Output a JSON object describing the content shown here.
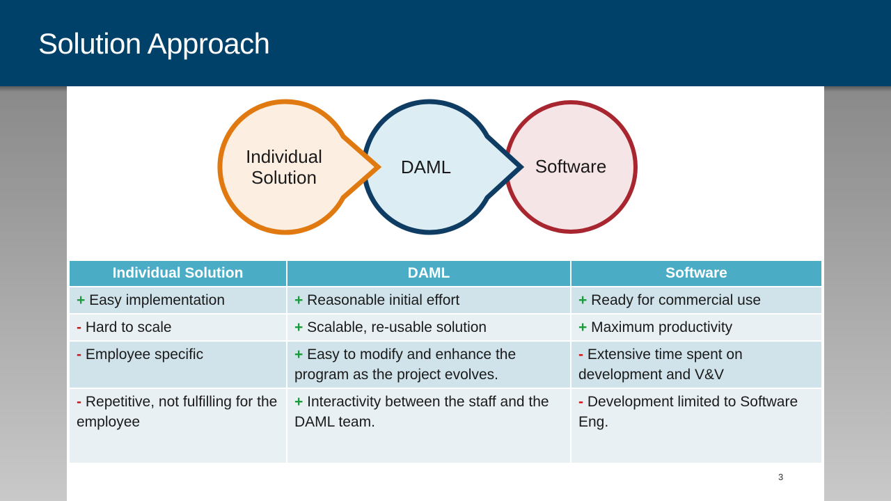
{
  "slide": {
    "title": "Solution Approach",
    "page_number": "3"
  },
  "diagram": {
    "circles": [
      {
        "label": "Individual Solution",
        "line1": "Individual",
        "line2": "Solution",
        "fill": "#fdeee2",
        "stroke": "#e07a10"
      },
      {
        "label": "DAML",
        "fill": "#dcedf3",
        "stroke": "#0e3c63"
      },
      {
        "label": "Software",
        "fill": "#f6e5e6",
        "stroke": "#a8262f"
      }
    ]
  },
  "table": {
    "headers": [
      "Individual Solution",
      "DAML",
      "Software"
    ],
    "header_color": "#4bacc6",
    "rows": [
      [
        {
          "sign": "+",
          "text": "Easy implementation"
        },
        {
          "sign": "+",
          "text": "Reasonable initial effort"
        },
        {
          "sign": "+",
          "text": "Ready for commercial use"
        }
      ],
      [
        {
          "sign": "-",
          "text": "Hard to scale"
        },
        {
          "sign": "+",
          "text": "Scalable, re-usable solution"
        },
        {
          "sign": "+",
          "text": "Maximum productivity"
        }
      ],
      [
        {
          "sign": "-",
          "text": "Employee specific"
        },
        {
          "sign": "+",
          "text": "Easy to modify and enhance the program as the project evolves."
        },
        {
          "sign": "-",
          "text": "Extensive time spent on development and V&V"
        }
      ],
      [
        {
          "sign": "-",
          "text": "Repetitive, not fulfilling for the employee"
        },
        {
          "sign": "+",
          "text": "Interactivity between the staff and the DAML team."
        },
        {
          "sign": "-",
          "text": "Development limited to Software Eng."
        }
      ]
    ]
  },
  "colors": {
    "header_bar": "#00416a",
    "plus": "#1a9a3a",
    "minus": "#d01818"
  }
}
